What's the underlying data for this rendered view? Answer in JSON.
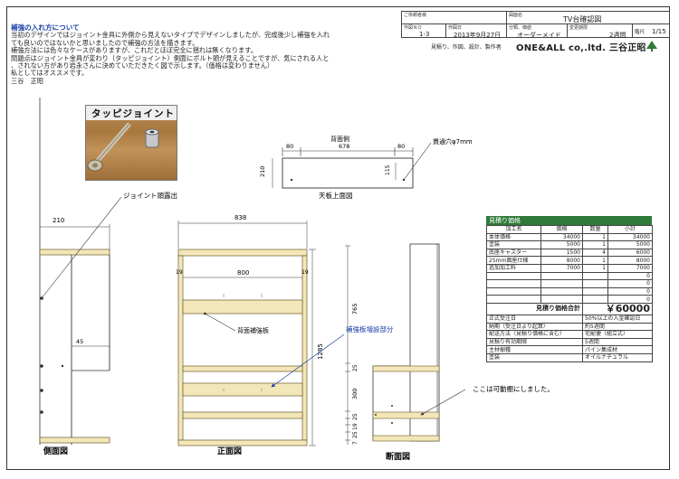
{
  "notes": {
    "title": "補強の入れ方について",
    "lines": [
      "当初のデザインではジョイント金具に外側から見えないタイプでデザインしましたが、完成後少し補強を入れ",
      "ても良いのではないかと思いましたので補強の方法を描きます。",
      "補強方法には色々なケースがありますが、これだとほぼ完全に揺れは無くなります。",
      "問題点はジョイント金具が変わり（タッピジョイント）側面にボルト頭が見えることですが、気にされる人と",
      "、されない方があり岩永さんに決めていただきたく図で示します。（価格は変わりません）",
      "私としてはオススメです。",
      "三谷　正昭"
    ]
  },
  "titleblock": {
    "client_label": "ご依頼者様",
    "drawing_name_label": "図面名",
    "drawing_name": "TV台確認図",
    "no_label": "作図ＮＯ",
    "no": "1-3",
    "date_label": "作図日",
    "date": "2013年9月27日",
    "type_label": "分類、価値",
    "type": "オーダーメイド",
    "period_label": "変更期限",
    "period": "2週間",
    "page_label": "階尺",
    "page": "1/15",
    "maker_line": "見積り、作図、設計、製作者",
    "company": "ONE&ALL co,.ltd. 三谷正昭"
  },
  "photo": {
    "caption": "タッピジョイント"
  },
  "top_view": {
    "label": "背面側",
    "dims": [
      "80",
      "678",
      "80"
    ],
    "height": "210",
    "hole_h": "115",
    "title": "天板上面図",
    "hole_note": "貫通穴φ7mm"
  },
  "side_view": {
    "label": "側面図",
    "width": "210",
    "inner": "45",
    "note": "ジョイント頭露出"
  },
  "front_view": {
    "label": "正面図",
    "width": "838",
    "inner": "800",
    "board_l": "19",
    "board_r": "19",
    "height": "1285",
    "back_label": "背面補強板",
    "added_label": "補強板増設部分"
  },
  "section_view": {
    "label": "断面図",
    "dims": [
      "765",
      "25",
      "300",
      "25",
      "19",
      "25",
      "7"
    ],
    "note": "ここは可動棚にしました。"
  },
  "estimate": {
    "title": "見積り価格",
    "headers": [
      "加工名",
      "価格",
      "数量",
      "小計"
    ],
    "rows": [
      [
        "本体価格",
        "34000",
        "1",
        "34000"
      ],
      [
        "塗装",
        "5000",
        "1",
        "5000"
      ],
      [
        "底座キャスター",
        "1500",
        "4",
        "6000"
      ],
      [
        "25mm面座仕様",
        "8000",
        "1",
        "8000"
      ],
      [
        "追加加工料",
        "7000",
        "1",
        "7000"
      ],
      [
        "",
        "",
        "",
        "0"
      ],
      [
        "",
        "",
        "",
        "0"
      ],
      [
        "",
        "",
        "",
        "0"
      ],
      [
        "",
        "",
        "",
        "0"
      ]
    ],
    "total_label": "見積り価格合計",
    "total": "￥60000",
    "info": [
      [
        "正式受注日",
        "50%以上の入金確認日"
      ],
      [
        "納期（受注日より起算）",
        "約5週間"
      ],
      [
        "配送方法（見積り価格に含む）",
        "宅配便（組立式）"
      ],
      [
        "見積り有効期限",
        "5週間"
      ],
      [
        "主材樹種",
        "パイン集成材"
      ],
      [
        "塗装",
        "オイルナチュラル"
      ]
    ]
  },
  "colors": {
    "wood": "#f3e7b9",
    "wood_line": "#6b5a2a",
    "accent_blue": "#1a3ea8",
    "header_green": "#2f7a3a"
  }
}
